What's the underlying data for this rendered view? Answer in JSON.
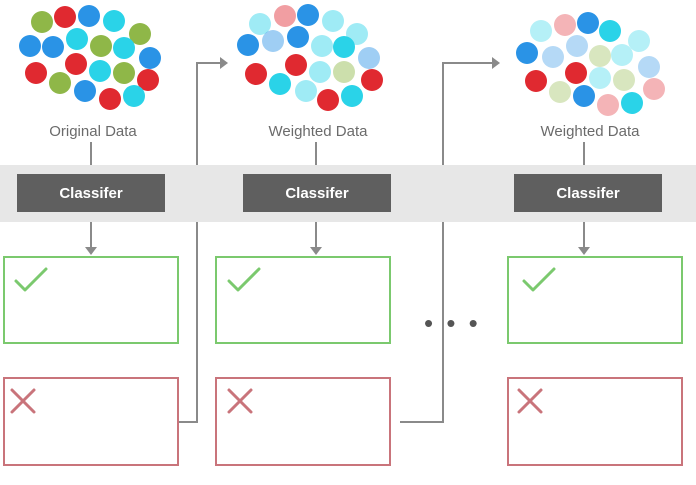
{
  "colors": {
    "blue": "#2a93e6",
    "cyan": "#2ad3e8",
    "green": "#8fb748",
    "red": "#e02930",
    "arrow": "#8a8a8a",
    "correct_border": "#7bc96e",
    "wrong_border": "#c9747b"
  },
  "stages": [
    {
      "label": "Original Data",
      "classifier_label": "Classifer",
      "correct_icon": "check-icon",
      "wrong_icon": "cross-icon",
      "correct_points": [
        "green",
        "green",
        "green",
        "green",
        "green",
        "blue"
      ],
      "wrong_points": [
        "blue",
        "red",
        "red",
        "cyan",
        "blue",
        "cyan",
        "red",
        "cyan",
        "cyan",
        "red",
        "cyan",
        "blue",
        "cyan",
        "blue"
      ]
    },
    {
      "label": "Weighted Data",
      "classifier_label": "Classifer",
      "correct_icon": "check-icon",
      "wrong_icon": "cross-icon",
      "correct_points": [
        "cyan",
        "cyan",
        "blue",
        "blue",
        "cyan",
        "cyan",
        "blue"
      ],
      "wrong_points": [
        "blue",
        "red",
        "red",
        "green",
        "blue",
        "red",
        "green",
        "green",
        "green",
        "cyan",
        "red",
        "green",
        "green"
      ]
    },
    {
      "label": "Weighted Data",
      "classifier_label": "Classifer",
      "correct_icon": "check-icon",
      "wrong_icon": "cross-icon",
      "correct_points": [
        "cyan",
        "red",
        "blue",
        "green",
        "cyan",
        "red"
      ],
      "wrong_points": [
        "blue",
        "red",
        "blue",
        "cyan",
        "blue",
        "cyan",
        "red",
        "cyan",
        "green",
        "green",
        "cyan",
        "red",
        "green",
        "green"
      ]
    }
  ],
  "ellipsis": "• • •"
}
